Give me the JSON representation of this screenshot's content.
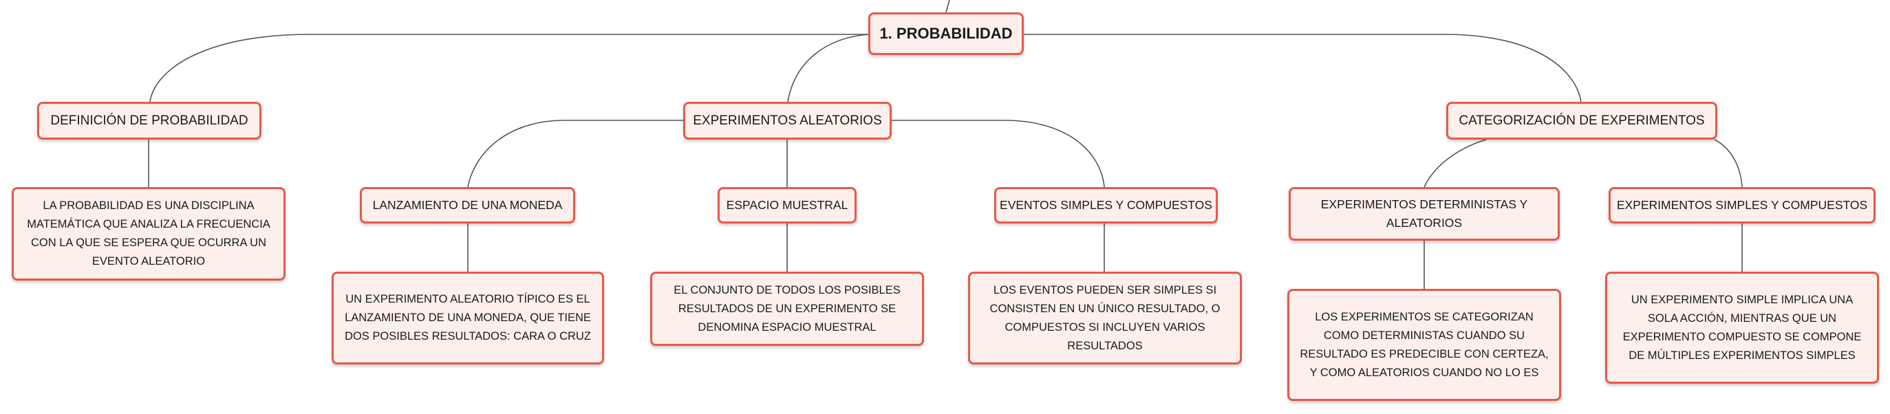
{
  "root": {
    "label": "1. PROBABILIDAD"
  },
  "topics": [
    {
      "label": "DEFINICIÓN DE PROBABILIDAD"
    },
    {
      "label": "EXPERIMENTOS ALEATORIOS"
    },
    {
      "label": "CATEGORIZACIÓN DE EXPERIMENTOS"
    }
  ],
  "subtopics": [
    {
      "label": "LANZAMIENTO DE UNA MONEDA"
    },
    {
      "label": "ESPACIO MUESTRAL"
    },
    {
      "label": "EVENTOS SIMPLES Y COMPUESTOS"
    },
    {
      "label": "EXPERIMENTOS DETERMINISTAS Y ALEATORIOS"
    },
    {
      "label": "EXPERIMENTOS SIMPLES Y COMPUESTOS"
    }
  ],
  "details": [
    {
      "text": "LA PROBABILIDAD ES UNA DISCIPLINA MATEMÁTICA QUE ANALIZA LA FRECUENCIA CON LA QUE SE ESPERA QUE OCURRA UN EVENTO ALEATORIO"
    },
    {
      "text": "UN EXPERIMENTO ALEATORIO TÍPICO ES EL LANZAMIENTO DE UNA MONEDA, QUE TIENE DOS POSIBLES RESULTADOS: CARA O CRUZ"
    },
    {
      "text": "EL CONJUNTO DE TODOS LOS POSIBLES RESULTADOS DE UN EXPERIMENTO SE DENOMINA ESPACIO MUESTRAL"
    },
    {
      "text": "LOS EVENTOS PUEDEN SER SIMPLES SI CONSISTEN EN UN ÚNICO RESULTADO, O COMPUESTOS SI INCLUYEN VARIOS RESULTADOS"
    },
    {
      "text": "LOS EXPERIMENTOS SE CATEGORIZAN COMO DETERMINISTAS CUANDO SU RESULTADO ES PREDECIBLE CON CERTEZA, Y COMO ALEATORIOS CUANDO NO LO ES"
    },
    {
      "text": "UN EXPERIMENTO SIMPLE IMPLICA UNA SOLA ACCIÓN, MIENTRAS QUE UN EXPERIMENTO COMPUESTO SE COMPONE DE MÚLTIPLES EXPERIMENTOS SIMPLES"
    }
  ],
  "colors": {
    "border": "#e8594a",
    "fill": "#fdf0ec",
    "connector": "#555555"
  }
}
